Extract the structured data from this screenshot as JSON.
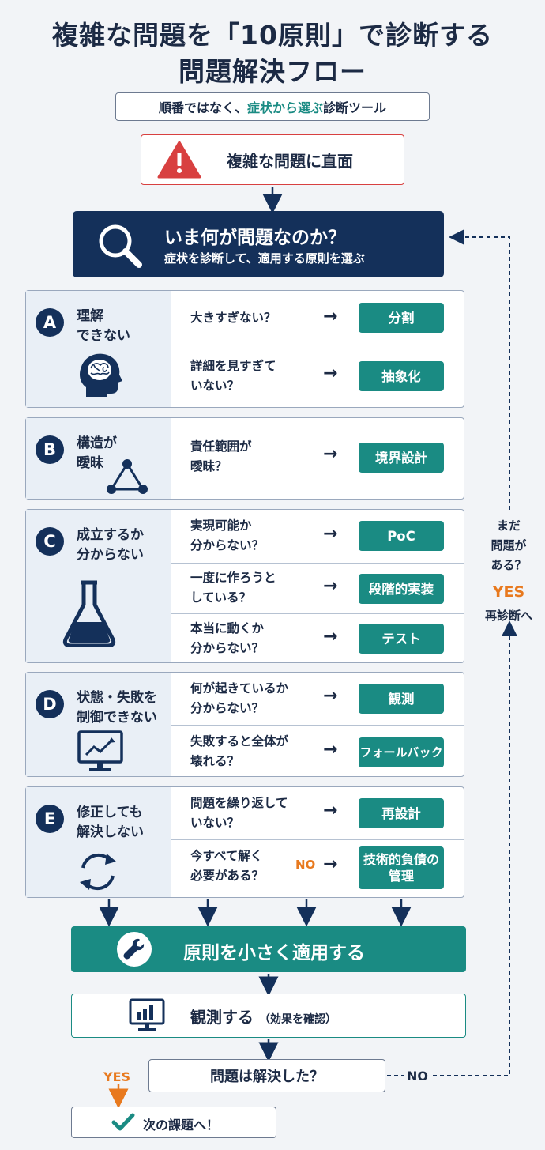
{
  "title_line1": "複雑な問題を「10原則」で診断する",
  "title_line2": "問題解決フロー",
  "subtitle": {
    "pre": "順番ではなく、",
    "highlight": "症状から選ぶ",
    "post": "診断ツール"
  },
  "start": {
    "icon": "warning-triangle-icon",
    "label": "複雑な問題に直面"
  },
  "diagnose": {
    "icon": "magnifier-icon",
    "title": "いま何が問題なのか？",
    "subtitle": "症状を診断して、適用する原則を選ぶ"
  },
  "groups": [
    {
      "letter": "A",
      "title": "理解\nできない",
      "icon": "brain-head-icon",
      "rows": [
        {
          "question": "大きすぎない？",
          "principle": "分割"
        },
        {
          "question": "詳細を見すぎて\nいない？",
          "principle": "抽象化"
        }
      ]
    },
    {
      "letter": "B",
      "title": "構造が\n曖昧",
      "icon": "network-triangle-icon",
      "rows": [
        {
          "question": "責任範囲が\n曖昧？",
          "principle": "境界設計"
        }
      ]
    },
    {
      "letter": "C",
      "title": "成立するか\n分からない",
      "icon": "flask-icon",
      "rows": [
        {
          "question": "実現可能か\n分からない？",
          "principle": "PoC"
        },
        {
          "question": "一度に作ろうと\nしている？",
          "principle": "段階的実装"
        },
        {
          "question": "本当に動くか\n分からない？",
          "principle": "テスト"
        }
      ]
    },
    {
      "letter": "D",
      "title": "状態・失敗を\n制御できない",
      "icon": "monitor-chart-icon",
      "rows": [
        {
          "question": "何が起きているか\n分からない？",
          "principle": "観測"
        },
        {
          "question": "失敗すると全体が\n壊れる？",
          "principle": "フォールバック"
        }
      ]
    },
    {
      "letter": "E",
      "title": "修正しても\n解決しない",
      "icon": "cycle-arrows-icon",
      "rows": [
        {
          "question": "問題を繰り返して\nいない？",
          "principle": "再設計"
        },
        {
          "question": "今すべて解く\n必要がある？",
          "principle": "技術的負債の\n管理",
          "no_label": "NO"
        }
      ]
    }
  ],
  "apply": {
    "icon": "wrench-icon",
    "label": "原則を小さく適用する"
  },
  "observe": {
    "icon": "monitor-bar-chart-icon",
    "label": "観測する",
    "note": "（効果を確認）"
  },
  "solved": {
    "label": "問題は解決した？",
    "yes": "YES",
    "no": "NO"
  },
  "next": {
    "icon": "check-icon",
    "label": "次の課題へ！"
  },
  "loop": {
    "question": "まだ\n問題が\nある？",
    "yes": "YES",
    "action": "再診断へ"
  },
  "colors": {
    "navy": "#14305a",
    "teal": "#1a8b83",
    "orange": "#e8791e",
    "red": "#d84040"
  }
}
